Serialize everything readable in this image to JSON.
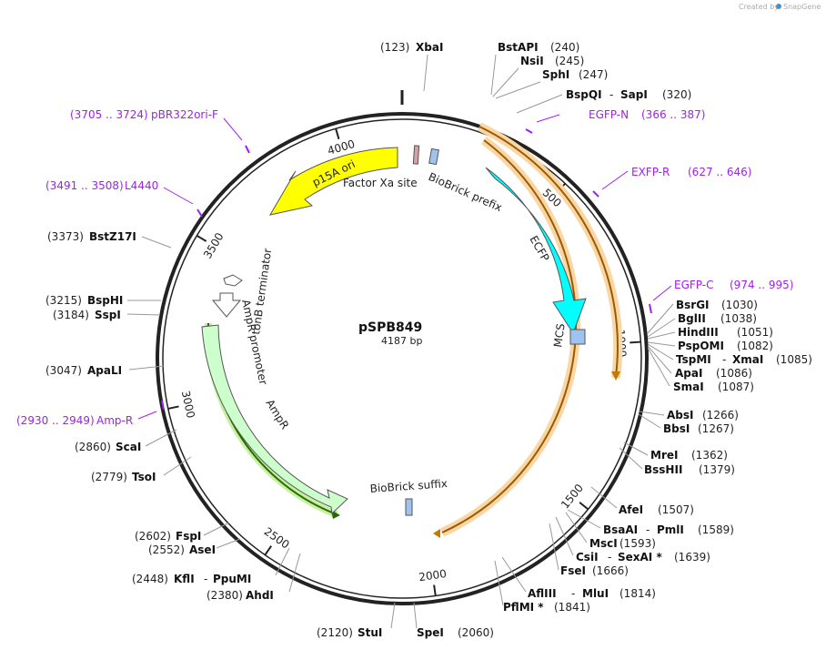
{
  "header": {
    "credit_text": "Created by",
    "credit_brand": "SnapGene"
  },
  "plasmid": {
    "name": "pSPB849",
    "length_label": "4187 bp",
    "length": 4187
  },
  "ticks": [
    {
      "pos": 500,
      "label": "500"
    },
    {
      "pos": 1000,
      "label": "1000"
    },
    {
      "pos": 1500,
      "label": "1500"
    },
    {
      "pos": 2000,
      "label": "2000"
    },
    {
      "pos": 2500,
      "label": "2500"
    },
    {
      "pos": 3000,
      "label": "3000"
    },
    {
      "pos": 3500,
      "label": "3500"
    },
    {
      "pos": 4000,
      "label": "4000"
    }
  ],
  "features": [
    {
      "name": "p15A ori",
      "color": "#ffff00"
    },
    {
      "name": "Factor Xa site",
      "color": "#d6a0a8"
    },
    {
      "name": "BioBrick prefix",
      "color": "#9ec3ee"
    },
    {
      "name": "ECFP",
      "color": "#00ffff"
    },
    {
      "name": "MCS",
      "color": "#9ec3ee"
    },
    {
      "name": "BioBrick suffix",
      "color": "#9ec3ee"
    },
    {
      "name": "AmpR",
      "color": "#ccffcc"
    },
    {
      "name": "AmpR promoter",
      "color": "#ffffff"
    },
    {
      "name": "tonB terminator",
      "color": "#ffffff"
    }
  ],
  "primers": [
    {
      "name": "EGFP-N",
      "range": "(366 .. 387)",
      "color": "#a020f0"
    },
    {
      "name": "EXFP-R",
      "range": "(627 .. 646)",
      "color": "#a020f0"
    },
    {
      "name": "EGFP-C",
      "range": "(974 .. 995)",
      "color": "#a020f0"
    },
    {
      "name": "Amp-R",
      "range": "(2930 .. 2949)",
      "color": "#a020f0"
    },
    {
      "name": "L4440",
      "range": "(3491 .. 3508)",
      "color": "#a020f0"
    },
    {
      "name": "pBR322ori-F",
      "range": "(3705 .. 3724)",
      "color": "#a020f0"
    }
  ],
  "enzymes": [
    {
      "name": "XbaI",
      "pos": "(123)"
    },
    {
      "name": "BstAPI",
      "pos": "(240)"
    },
    {
      "name": "NsiI",
      "pos": "(245)"
    },
    {
      "name": "SphI",
      "pos": "(247)"
    },
    {
      "name": "BspQI",
      "name2": "SapI",
      "pos": "(320)"
    },
    {
      "name": "BsrGI",
      "pos": "(1030)"
    },
    {
      "name": "BglII",
      "pos": "(1038)"
    },
    {
      "name": "HindIII",
      "pos": "(1051)"
    },
    {
      "name": "PspOMI",
      "pos": "(1082)"
    },
    {
      "name": "TspMI",
      "name2": "XmaI",
      "pos": "(1085)"
    },
    {
      "name": "ApaI",
      "pos": "(1086)"
    },
    {
      "name": "SmaI",
      "pos": "(1087)"
    },
    {
      "name": "AbsI",
      "pos": "(1266)"
    },
    {
      "name": "BbsI",
      "pos": "(1267)"
    },
    {
      "name": "MreI",
      "pos": "(1362)"
    },
    {
      "name": "BssHII",
      "pos": "(1379)"
    },
    {
      "name": "AfeI",
      "pos": "(1507)"
    },
    {
      "name": "BsaAI",
      "name2": "PmlI",
      "pos": "(1589)"
    },
    {
      "name": "MscI",
      "pos": "(1593)"
    },
    {
      "name": "CsiI",
      "name2": "SexAI *",
      "pos": "(1639)"
    },
    {
      "name": "FseI",
      "pos": "(1666)"
    },
    {
      "name": "AflIII",
      "name2": "MluI",
      "pos": "(1814)"
    },
    {
      "name": "PflMI *",
      "pos": "(1841)"
    },
    {
      "name": "SpeI",
      "pos": "(2060)"
    },
    {
      "name": "StuI",
      "pos": "(2120)"
    },
    {
      "name": "AhdI",
      "pos": "(2380)"
    },
    {
      "name": "KflI",
      "name2": "PpuMI",
      "pos": "(2448)"
    },
    {
      "name": "AseI",
      "pos": "(2552)"
    },
    {
      "name": "FspI",
      "pos": "(2602)"
    },
    {
      "name": "TsoI",
      "pos": "(2779)"
    },
    {
      "name": "ScaI",
      "pos": "(2860)"
    },
    {
      "name": "ApaLI",
      "pos": "(3047)"
    },
    {
      "name": "SspI",
      "pos": "(3184)"
    },
    {
      "name": "BspHI",
      "pos": "(3215)"
    },
    {
      "name": "BstZ17I",
      "pos": "(3373)"
    }
  ]
}
